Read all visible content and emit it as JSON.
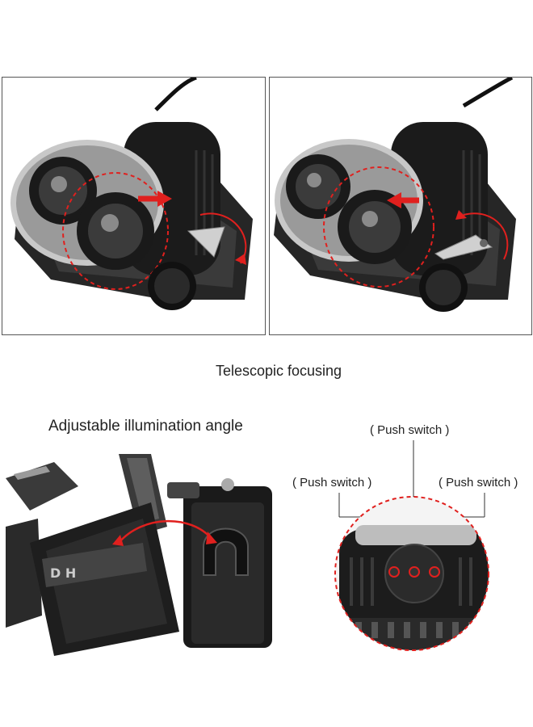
{
  "captions": {
    "focusing": "Telescopic focusing",
    "angle": "Adjustable illumination angle"
  },
  "switch_labels": {
    "top": "( Push switch )",
    "left": "( Push switch )",
    "right": "( Push switch )"
  },
  "colors": {
    "arrow_red": "#e0201e",
    "body_black": "#1b1b1b",
    "silver": "#c8c8c8",
    "panel_border": "#555555"
  }
}
